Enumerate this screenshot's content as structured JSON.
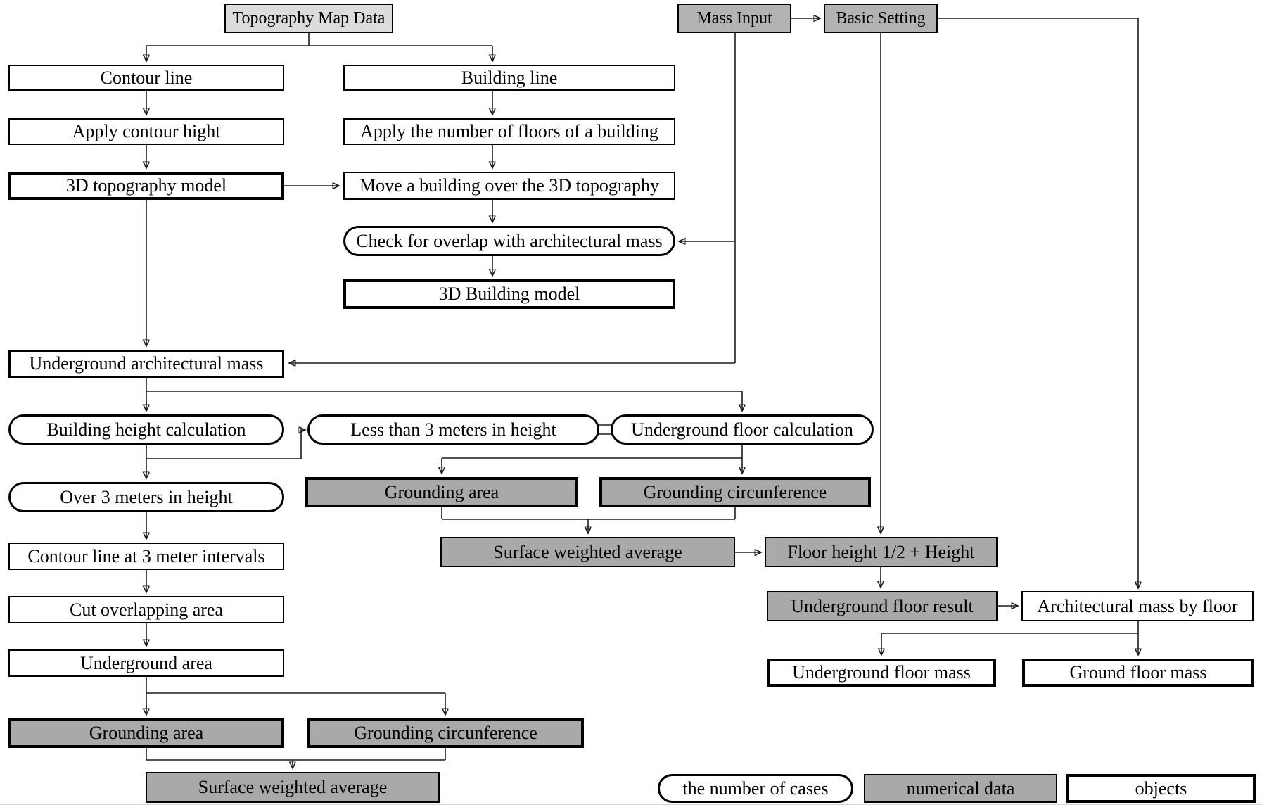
{
  "nodes": {
    "topo_map_data": "Topography Map Data",
    "mass_input": "Mass Input",
    "basic_setting": "Basic Setting",
    "contour_line": "Contour line",
    "building_line": "Building line",
    "apply_contour_hight": "Apply contour hight",
    "apply_floors": "Apply the number of floors of a building",
    "topo_model_3d": "3D topography model",
    "move_building": "Move a building over the 3D topography",
    "check_overlap": "Check for overlap with architectural mass",
    "building_model_3d": "3D Building model",
    "underground_arch_mass": "Underground architectural mass",
    "building_height_calc": "Building height calculation",
    "less_than_3m": "Less than 3 meters in height",
    "underground_floor_calc": "Underground floor calculation",
    "over_3m": "Over 3 meters in height",
    "grounding_area_mid": "Grounding area",
    "grounding_circ_mid": "Grounding circunference",
    "contour_3m_intervals": "Contour line at 3 meter intervals",
    "surface_weighted_mid": "Surface weighted average",
    "floor_height_formula": "Floor height 1/2 + Height",
    "cut_overlapping_area": "Cut overlapping area",
    "underground_floor_result": "Underground floor result",
    "arch_mass_by_floor": "Architectural mass by floor",
    "underground_area": "Underground area",
    "underground_floor_mass": "Underground floor mass",
    "ground_floor_mass": "Ground floor mass",
    "grounding_area_bottom": "Grounding area",
    "grounding_circ_bottom": "Grounding circunference",
    "surface_weighted_bottom": "Surface weighted average"
  },
  "legend": {
    "number_of_cases": "the number of cases",
    "numerical_data": "numerical data",
    "objects": "objects"
  },
  "colors": {
    "source_box_fill": "#dcdcdc",
    "input_box_fill": "#b3b3b3",
    "numerical_data_fill": "#a9a9a9",
    "objects_fill": "#ffffff",
    "line": "#1c1c1c"
  }
}
